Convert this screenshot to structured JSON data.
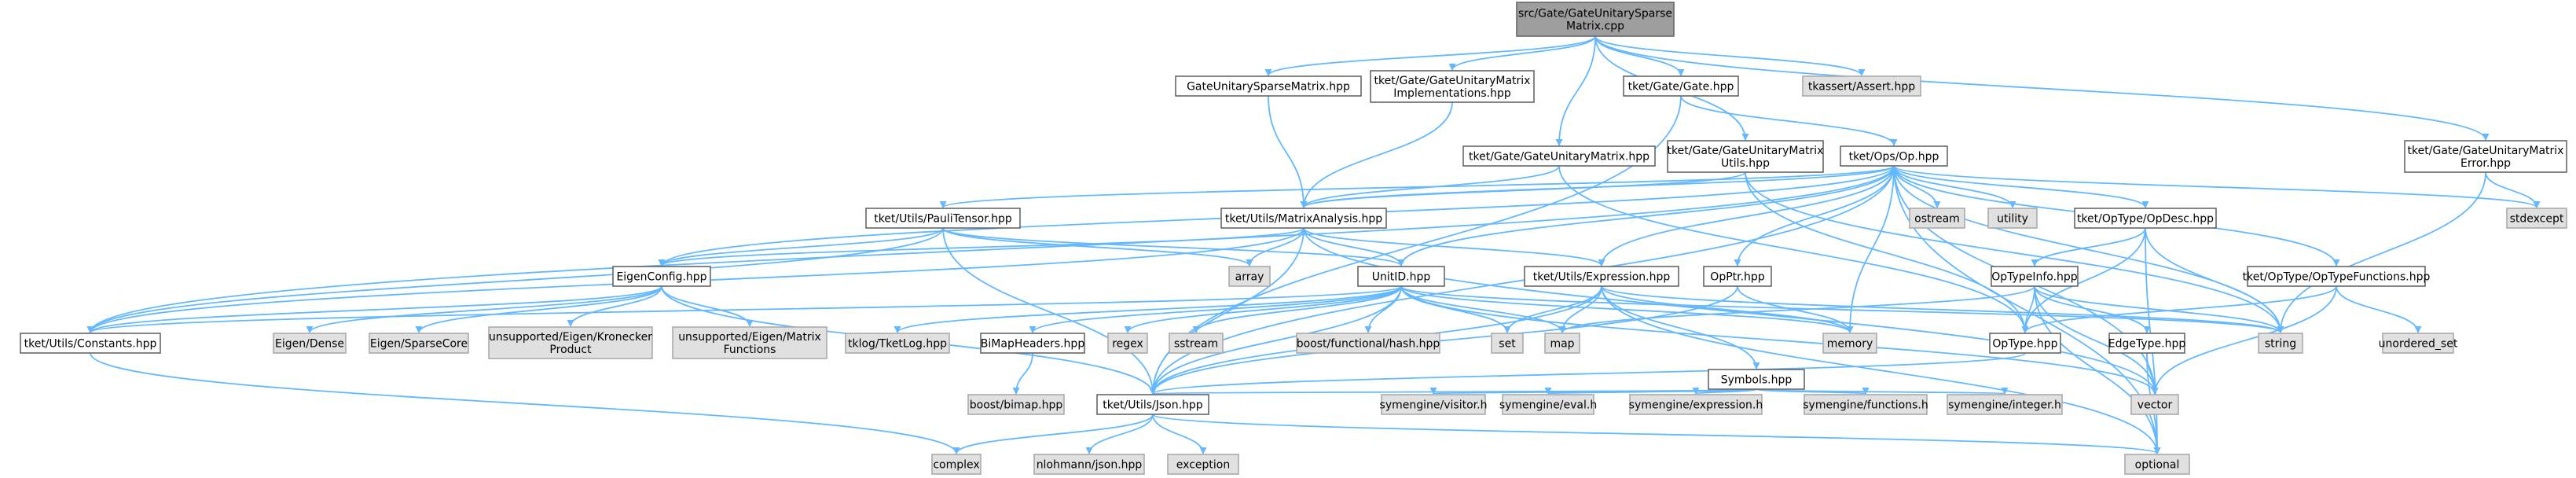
{
  "colors": {
    "root_fill": "#9e9e9e",
    "local_fill": "#ffffff",
    "external_fill": "#e0e0e0",
    "border": "#666666",
    "edge": "#63b8ff"
  },
  "nodes": [
    {
      "id": "root",
      "kind": "root",
      "lines": [
        "src/Gate/GateUnitarySparse",
        "Matrix.cpp"
      ]
    },
    {
      "id": "gusm",
      "kind": "local",
      "lines": [
        "GateUnitarySparseMatrix.hpp"
      ]
    },
    {
      "id": "gumi",
      "kind": "local",
      "lines": [
        "tket/Gate/GateUnitaryMatrix",
        "Implementations.hpp"
      ]
    },
    {
      "id": "gate",
      "kind": "local",
      "lines": [
        "tket/Gate/Gate.hpp"
      ]
    },
    {
      "id": "tkassert",
      "kind": "external",
      "lines": [
        "tkassert/Assert.hpp"
      ]
    },
    {
      "id": "gum",
      "kind": "local",
      "lines": [
        "tket/Gate/GateUnitaryMatrix.hpp"
      ]
    },
    {
      "id": "gumu",
      "kind": "local",
      "lines": [
        "tket/Gate/GateUnitaryMatrix",
        "Utils.hpp"
      ]
    },
    {
      "id": "op",
      "kind": "local",
      "lines": [
        "tket/Ops/Op.hpp"
      ]
    },
    {
      "id": "gume",
      "kind": "local",
      "lines": [
        "tket/Gate/GateUnitaryMatrix",
        "Error.hpp"
      ]
    },
    {
      "id": "pauli",
      "kind": "local",
      "lines": [
        "tket/Utils/PauliTensor.hpp"
      ]
    },
    {
      "id": "matrix",
      "kind": "local",
      "lines": [
        "tket/Utils/MatrixAnalysis.hpp"
      ]
    },
    {
      "id": "ostream",
      "kind": "external",
      "lines": [
        "ostream"
      ]
    },
    {
      "id": "utility",
      "kind": "external",
      "lines": [
        "utility"
      ]
    },
    {
      "id": "opdesc",
      "kind": "local",
      "lines": [
        "tket/OpType/OpDesc.hpp"
      ]
    },
    {
      "id": "stdexcept",
      "kind": "external",
      "lines": [
        "stdexcept"
      ]
    },
    {
      "id": "array",
      "kind": "external",
      "lines": [
        "array"
      ]
    },
    {
      "id": "eigencfg",
      "kind": "local",
      "lines": [
        "EigenConfig.hpp"
      ]
    },
    {
      "id": "unitid",
      "kind": "local",
      "lines": [
        "UnitID.hpp"
      ]
    },
    {
      "id": "expr",
      "kind": "local",
      "lines": [
        "tket/Utils/Expression.hpp"
      ]
    },
    {
      "id": "opptr",
      "kind": "local",
      "lines": [
        "OpPtr.hpp"
      ]
    },
    {
      "id": "optypeinfo",
      "kind": "local",
      "lines": [
        "OpTypeInfo.hpp"
      ]
    },
    {
      "id": "optypefn",
      "kind": "local",
      "lines": [
        "tket/OpType/OpTypeFunctions.hpp"
      ]
    },
    {
      "id": "constants",
      "kind": "local",
      "lines": [
        "tket/Utils/Constants.hpp"
      ]
    },
    {
      "id": "eigendense",
      "kind": "external",
      "lines": [
        "Eigen/Dense"
      ]
    },
    {
      "id": "eigensparse",
      "kind": "external",
      "lines": [
        "Eigen/SparseCore"
      ]
    },
    {
      "id": "kron",
      "kind": "external",
      "lines": [
        "unsupported/Eigen/Kronecker",
        "Product"
      ]
    },
    {
      "id": "matfn",
      "kind": "external",
      "lines": [
        "unsupported/Eigen/Matrix",
        "Functions"
      ]
    },
    {
      "id": "tketlog",
      "kind": "external",
      "lines": [
        "tklog/TketLog.hpp"
      ]
    },
    {
      "id": "bimaph",
      "kind": "local",
      "lines": [
        "BiMapHeaders.hpp"
      ]
    },
    {
      "id": "regex",
      "kind": "external",
      "lines": [
        "regex"
      ]
    },
    {
      "id": "sstream",
      "kind": "external",
      "lines": [
        "sstream"
      ]
    },
    {
      "id": "hash",
      "kind": "external",
      "lines": [
        "boost/functional/hash.hpp"
      ]
    },
    {
      "id": "set",
      "kind": "external",
      "lines": [
        "set"
      ]
    },
    {
      "id": "map",
      "kind": "external",
      "lines": [
        "map"
      ]
    },
    {
      "id": "memory",
      "kind": "external",
      "lines": [
        "memory"
      ]
    },
    {
      "id": "symbols",
      "kind": "local",
      "lines": [
        "Symbols.hpp"
      ]
    },
    {
      "id": "optype",
      "kind": "local",
      "lines": [
        "OpType.hpp"
      ]
    },
    {
      "id": "edgetype",
      "kind": "local",
      "lines": [
        "EdgeType.hpp"
      ]
    },
    {
      "id": "string",
      "kind": "external",
      "lines": [
        "string"
      ]
    },
    {
      "id": "unordered",
      "kind": "external",
      "lines": [
        "unordered_set"
      ]
    },
    {
      "id": "bimap",
      "kind": "external",
      "lines": [
        "boost/bimap.hpp"
      ]
    },
    {
      "id": "json",
      "kind": "local",
      "lines": [
        "tket/Utils/Json.hpp"
      ]
    },
    {
      "id": "visitor",
      "kind": "external",
      "lines": [
        "symengine/visitor.h"
      ]
    },
    {
      "id": "eval",
      "kind": "external",
      "lines": [
        "symengine/eval.h"
      ]
    },
    {
      "id": "symexpr",
      "kind": "external",
      "lines": [
        "symengine/expression.h"
      ]
    },
    {
      "id": "symfn",
      "kind": "external",
      "lines": [
        "symengine/functions.h"
      ]
    },
    {
      "id": "symint",
      "kind": "external",
      "lines": [
        "symengine/integer.h"
      ]
    },
    {
      "id": "vector",
      "kind": "external",
      "lines": [
        "vector"
      ]
    },
    {
      "id": "complex",
      "kind": "external",
      "lines": [
        "complex"
      ]
    },
    {
      "id": "nlohmann",
      "kind": "external",
      "lines": [
        "nlohmann/json.hpp"
      ]
    },
    {
      "id": "exception",
      "kind": "external",
      "lines": [
        "exception"
      ]
    },
    {
      "id": "optional",
      "kind": "external",
      "lines": [
        "optional"
      ]
    }
  ],
  "edges": [
    [
      "root",
      "gusm"
    ],
    [
      "root",
      "gumi"
    ],
    [
      "root",
      "gate"
    ],
    [
      "root",
      "tkassert"
    ],
    [
      "root",
      "gum"
    ],
    [
      "root",
      "gumu"
    ],
    [
      "root",
      "gume"
    ],
    [
      "gusm",
      "matrix"
    ],
    [
      "gumi",
      "matrix"
    ],
    [
      "gate",
      "op"
    ],
    [
      "gate",
      "json"
    ],
    [
      "gum",
      "matrix"
    ],
    [
      "gum",
      "optype"
    ],
    [
      "gumu",
      "matrix"
    ],
    [
      "gumu",
      "optype"
    ],
    [
      "gumu",
      "string"
    ],
    [
      "gume",
      "stdexcept"
    ],
    [
      "gume",
      "string"
    ],
    [
      "op",
      "pauli"
    ],
    [
      "op",
      "matrix"
    ],
    [
      "op",
      "ostream"
    ],
    [
      "op",
      "utility"
    ],
    [
      "op",
      "opdesc"
    ],
    [
      "op",
      "stdexcept"
    ],
    [
      "op",
      "eigencfg"
    ],
    [
      "op",
      "unitid"
    ],
    [
      "op",
      "expr"
    ],
    [
      "op",
      "opptr"
    ],
    [
      "op",
      "optypefn"
    ],
    [
      "op",
      "constants"
    ],
    [
      "op",
      "memory"
    ],
    [
      "op",
      "string"
    ],
    [
      "op",
      "vector"
    ],
    [
      "op",
      "optional"
    ],
    [
      "op",
      "json"
    ],
    [
      "pauli",
      "eigencfg"
    ],
    [
      "pauli",
      "array"
    ],
    [
      "pauli",
      "unitid"
    ],
    [
      "pauli",
      "constants"
    ],
    [
      "pauli",
      "json"
    ],
    [
      "matrix",
      "array"
    ],
    [
      "matrix",
      "eigencfg"
    ],
    [
      "matrix",
      "unitid"
    ],
    [
      "matrix",
      "expr"
    ],
    [
      "matrix",
      "constants"
    ],
    [
      "matrix",
      "vector"
    ],
    [
      "matrix",
      "json"
    ],
    [
      "opdesc",
      "optypeinfo"
    ],
    [
      "opdesc",
      "optype"
    ],
    [
      "opdesc",
      "string"
    ],
    [
      "opdesc",
      "optional"
    ],
    [
      "eigencfg",
      "constants"
    ],
    [
      "eigencfg",
      "eigendense"
    ],
    [
      "eigencfg",
      "eigensparse"
    ],
    [
      "eigencfg",
      "kron"
    ],
    [
      "eigencfg",
      "matfn"
    ],
    [
      "eigencfg",
      "json"
    ],
    [
      "unitid",
      "constants"
    ],
    [
      "unitid",
      "tketlog"
    ],
    [
      "unitid",
      "bimaph"
    ],
    [
      "unitid",
      "regex"
    ],
    [
      "unitid",
      "sstream"
    ],
    [
      "unitid",
      "hash"
    ],
    [
      "unitid",
      "set"
    ],
    [
      "unitid",
      "map"
    ],
    [
      "unitid",
      "memory"
    ],
    [
      "unitid",
      "string"
    ],
    [
      "unitid",
      "vector"
    ],
    [
      "unitid",
      "json"
    ],
    [
      "expr",
      "set"
    ],
    [
      "expr",
      "map"
    ],
    [
      "expr",
      "memory"
    ],
    [
      "expr",
      "symbols"
    ],
    [
      "expr",
      "string"
    ],
    [
      "expr",
      "optional"
    ],
    [
      "expr",
      "json"
    ],
    [
      "opptr",
      "memory"
    ],
    [
      "opptr",
      "json"
    ],
    [
      "optypeinfo",
      "optype"
    ],
    [
      "optypeinfo",
      "edgetype"
    ],
    [
      "optypeinfo",
      "map"
    ],
    [
      "optypeinfo",
      "string"
    ],
    [
      "optypeinfo",
      "optional"
    ],
    [
      "optypeinfo",
      "vector"
    ],
    [
      "optypefn",
      "optype"
    ],
    [
      "optypefn",
      "unordered"
    ],
    [
      "optypefn",
      "vector"
    ],
    [
      "constants",
      "complex"
    ],
    [
      "bimaph",
      "bimap"
    ],
    [
      "symbols",
      "visitor"
    ],
    [
      "symbols",
      "eval"
    ],
    [
      "symbols",
      "symexpr"
    ],
    [
      "symbols",
      "symfn"
    ],
    [
      "symbols",
      "symint"
    ],
    [
      "symbols",
      "json"
    ],
    [
      "optype",
      "json"
    ],
    [
      "edgetype",
      "vector"
    ],
    [
      "edgetype",
      "optional"
    ],
    [
      "json",
      "complex"
    ],
    [
      "json",
      "nlohmann"
    ],
    [
      "json",
      "exception"
    ],
    [
      "json",
      "optional"
    ]
  ]
}
